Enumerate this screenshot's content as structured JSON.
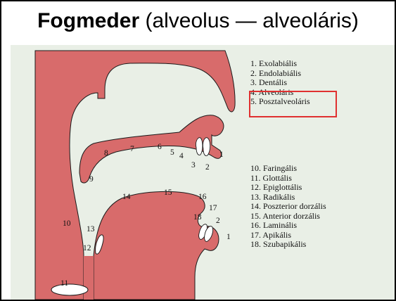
{
  "title": {
    "bold": "Fogmeder",
    "rest": " (alveolus — alveoláris)"
  },
  "diagram": {
    "colors": {
      "tissue": "#d86b6b",
      "outline": "#1a1a1a",
      "teeth": "#ffffff",
      "background": "#e9efe6",
      "highlight": "#e03030"
    },
    "upper_labels": {
      "1": "1",
      "2": "2",
      "3": "3",
      "4": "4",
      "5": "5",
      "6": "6",
      "7": "7",
      "8": "8",
      "9": "9"
    },
    "lower_labels": {
      "1": "1",
      "2": "2",
      "10": "10",
      "11": "11",
      "12": "12",
      "13": "13",
      "14": "14",
      "15": "15",
      "16": "16",
      "17": "17",
      "18": "18"
    },
    "legend_top": [
      "1. Exolabiális",
      "2. Endolabiális",
      "3. Dentális",
      "4. Alveoláris",
      "5. Posztalveoláris"
    ],
    "legend_bottom": [
      "10. Faringális",
      "11. Glottális",
      "12. Epiglottális",
      "13. Radikális",
      "14. Poszterior dorzális",
      "15. Anterior dorzális",
      "16. Laminális",
      "17. Apikális",
      "18. Szubapikális"
    ]
  }
}
